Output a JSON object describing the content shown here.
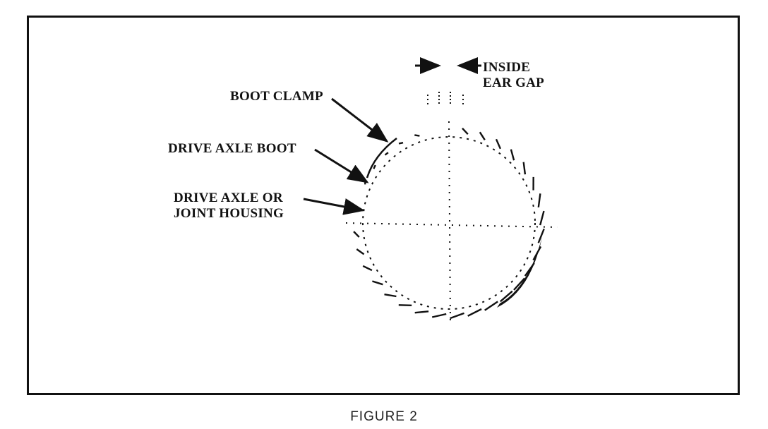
{
  "figure": {
    "caption": "FIGURE 2",
    "labels": {
      "boot_clamp": "BOOT CLAMP",
      "drive_axle_boot": "DRIVE AXLE BOOT",
      "housing_line1": "DRIVE AXLE OR",
      "housing_line2": "JOINT HOUSING",
      "gap_line1": "INSIDE",
      "gap_line2": "EAR GAP"
    }
  },
  "colors": {
    "ink": "#111111",
    "background": "#ffffff"
  }
}
